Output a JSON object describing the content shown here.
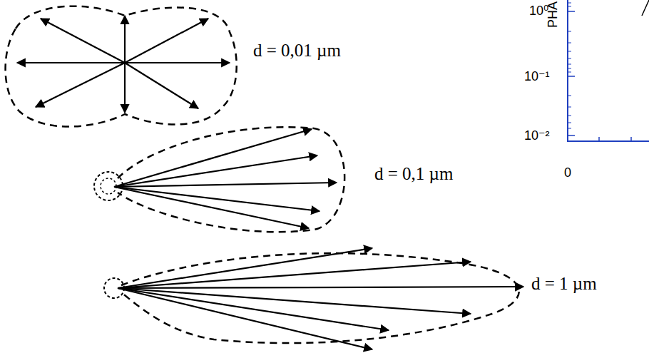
{
  "diagram": {
    "labels": [
      "d = 0,01 µm",
      "d = 0,1 µm",
      "d = 1 µm",
      "PHA",
      "10⁰",
      "10⁻¹",
      "10⁻²",
      "0"
    ]
  }
}
